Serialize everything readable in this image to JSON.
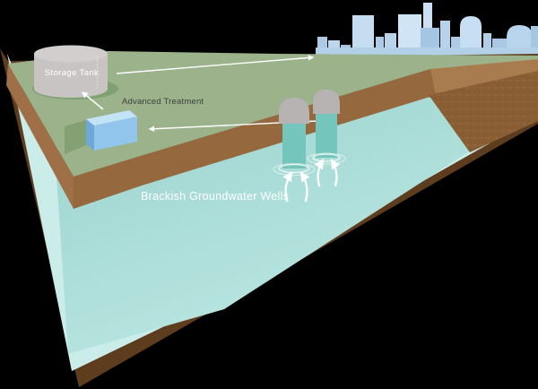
{
  "scene": {
    "background": "#000000",
    "labels": {
      "storage_tank": "Storage Tank",
      "advanced_treatment": "Advanced Treatment",
      "wells": "Brackish Groundwater Wells"
    },
    "arrows": [
      "groundwater-into-wells",
      "wells-to-treatment",
      "treatment-to-storage-tank",
      "storage-tank-to-city"
    ],
    "palette": {
      "surface_green": "#9BB28A",
      "shadow_green": "#7FA172",
      "soil_brown": "#96683D",
      "soil_brown_light": "#A87C4F",
      "soil_left_face": "#9F7047",
      "soil_right_face": "#8A5E34",
      "bedrock_brown": "#5E3C1E",
      "aquifer_teal": "#A8DDD9",
      "aquifer_teal_light": "#CBEDEA",
      "well_teal": "#74C6BD",
      "well_cap_gray": "#B7B3B3",
      "tank_gray": "#C8C4C4",
      "treatment_blue_top": "#C4E3F7",
      "treatment_blue_front": "#92C5EC",
      "treatment_blue_side": "#6CA8D8",
      "city_blue": "#B8D5EC",
      "arrow_white": "#FFFFFF"
    }
  }
}
